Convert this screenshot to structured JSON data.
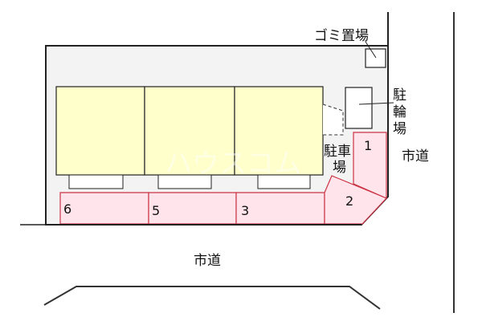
{
  "labels": {
    "garbage": "ゴミ置場",
    "bicycle": [
      "駐",
      "輪",
      "場"
    ],
    "parking": [
      "駐車",
      "場"
    ],
    "road_right": "市道",
    "road_bottom": "市道",
    "watermark": "ハウスコム"
  },
  "parking_spaces": [
    "1",
    "2",
    "3",
    "5",
    "6"
  ],
  "colors": {
    "lot": "#f3f3f3",
    "building": "#ffffcc",
    "parking_fill": "#ffe4ec",
    "parking_stroke": "#cc3344"
  }
}
